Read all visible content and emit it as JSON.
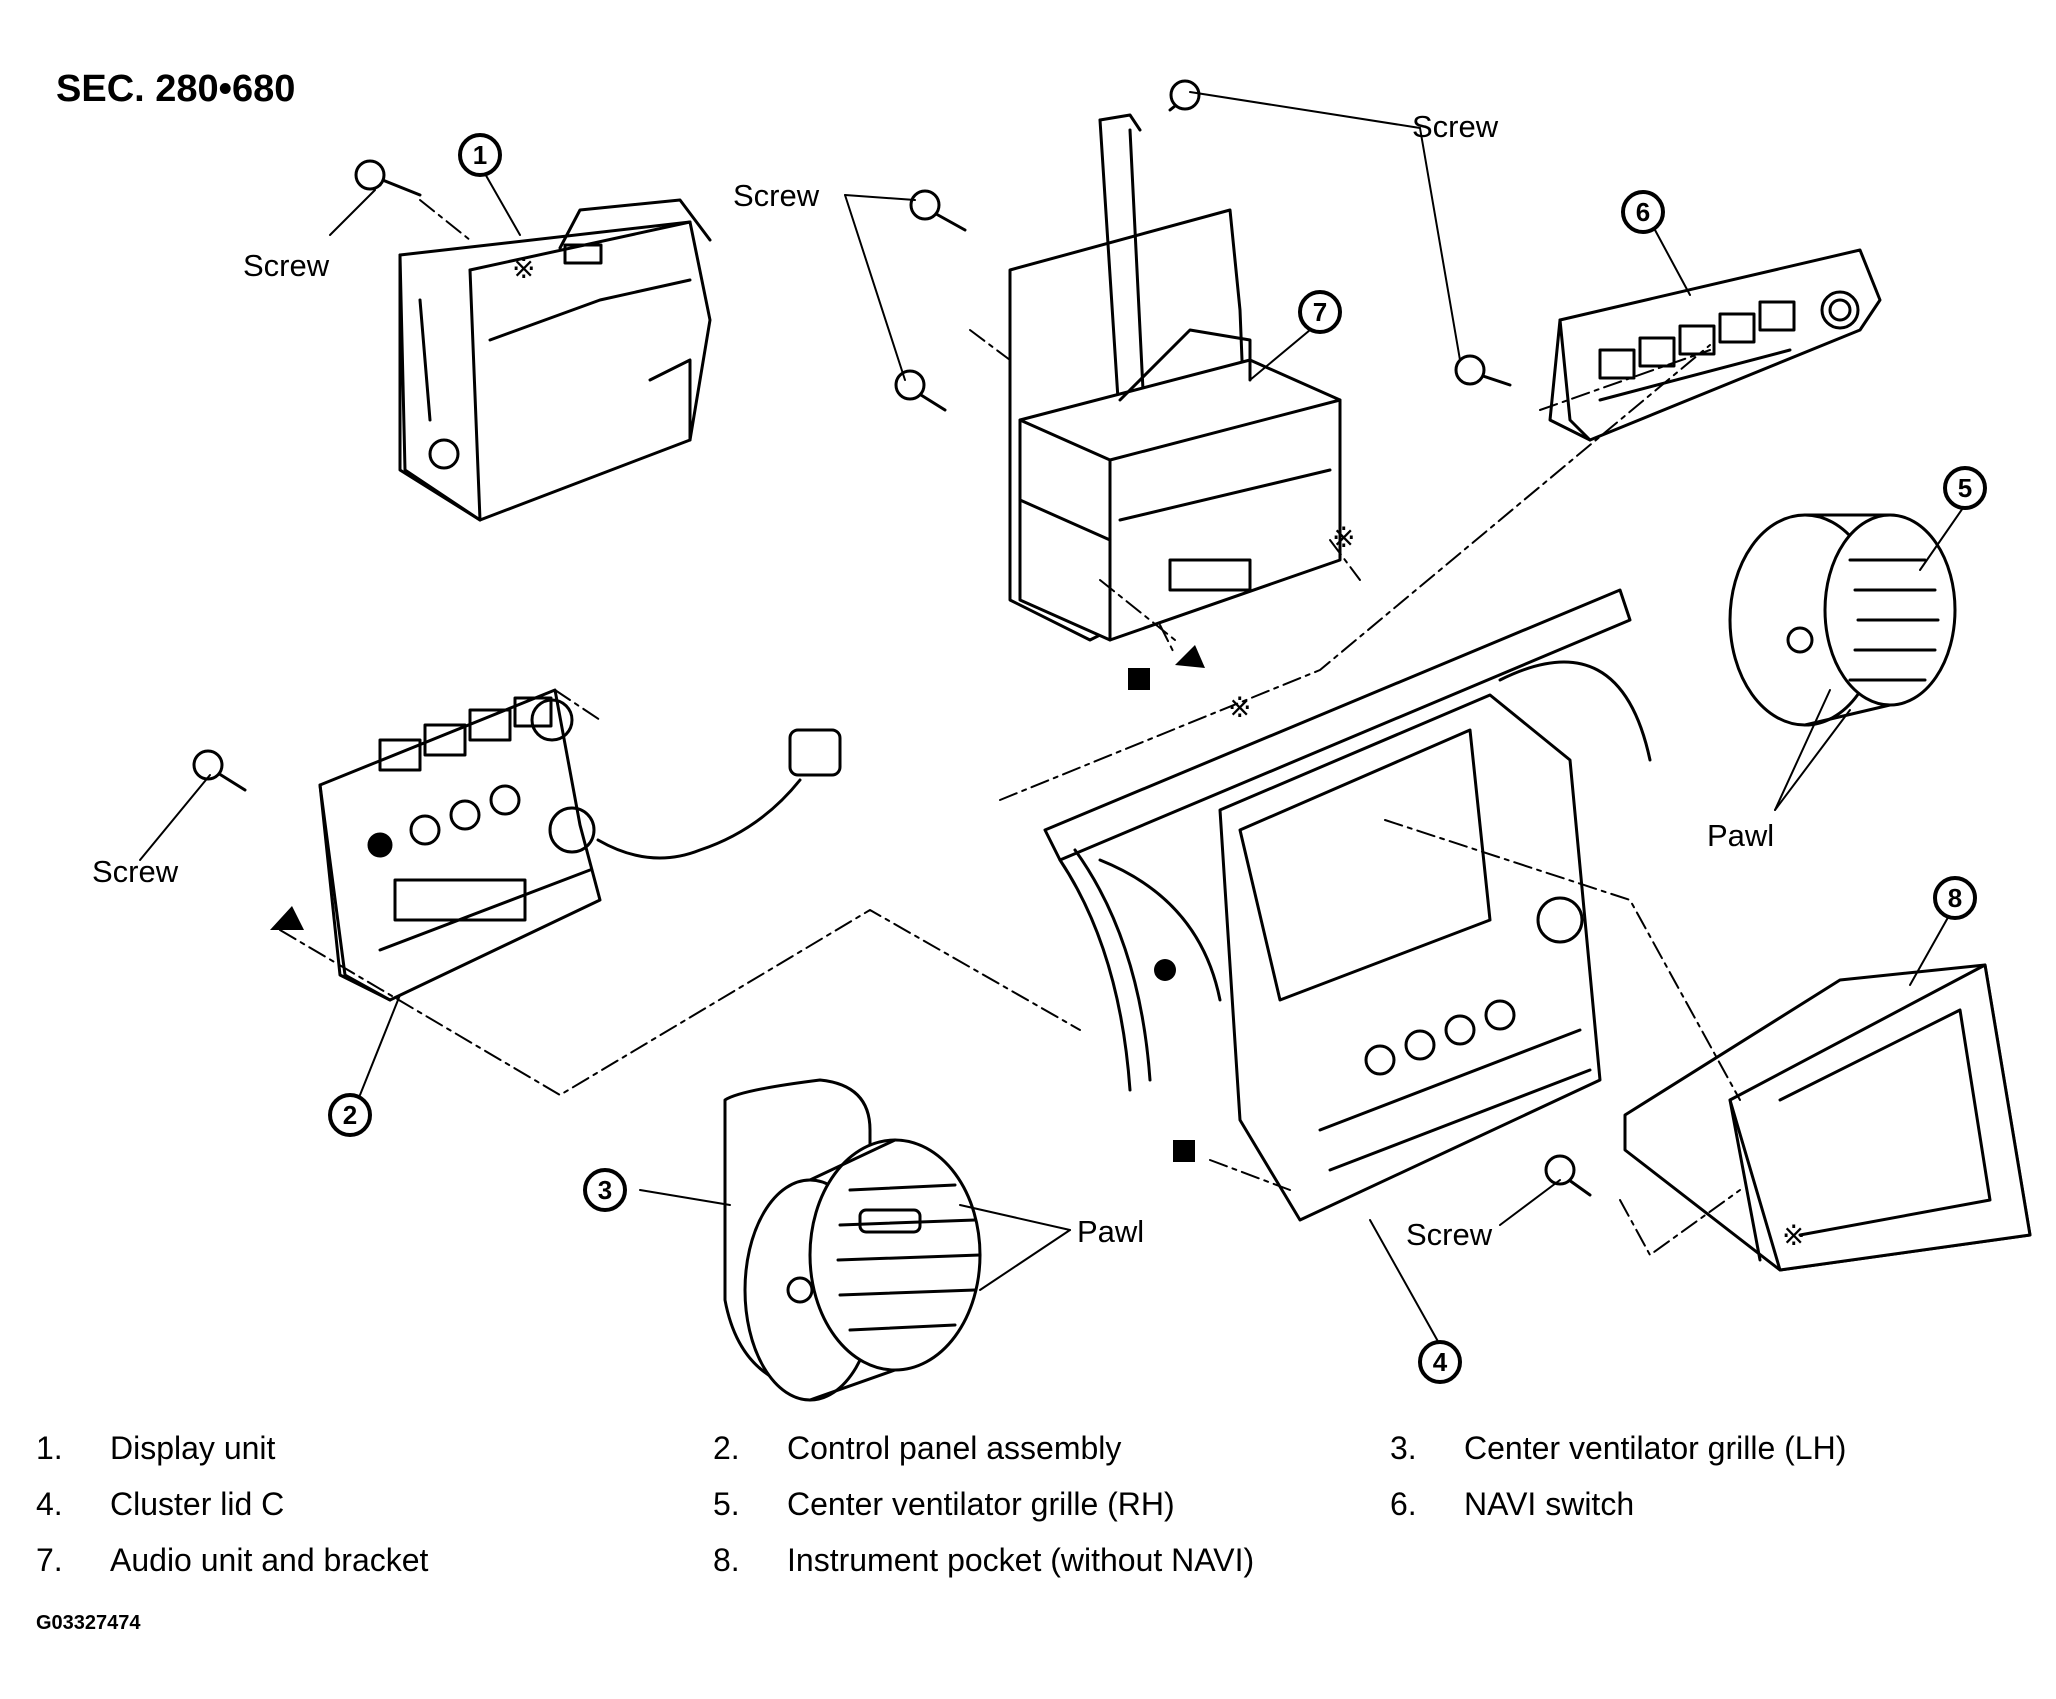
{
  "section_title": "SEC. 280•680",
  "callouts": [
    "1",
    "2",
    "3",
    "4",
    "5",
    "6",
    "7",
    "8"
  ],
  "labels": {
    "screw": "Screw",
    "pawl": "Pawl",
    "ref_mark": "※"
  },
  "legend": [
    {
      "num": "1.",
      "text": "Display unit"
    },
    {
      "num": "2.",
      "text": "Control panel assembly"
    },
    {
      "num": "3.",
      "text": "Center ventilator grille (LH)"
    },
    {
      "num": "4.",
      "text": "Cluster lid C"
    },
    {
      "num": "5.",
      "text": "Center ventilator grille (RH)"
    },
    {
      "num": "6.",
      "text": "NAVI switch"
    },
    {
      "num": "7.",
      "text": "Audio unit and bracket"
    },
    {
      "num": "8.",
      "text": "Instrument pocket (without NAVI)"
    }
  ],
  "figure_id": "G03327474"
}
